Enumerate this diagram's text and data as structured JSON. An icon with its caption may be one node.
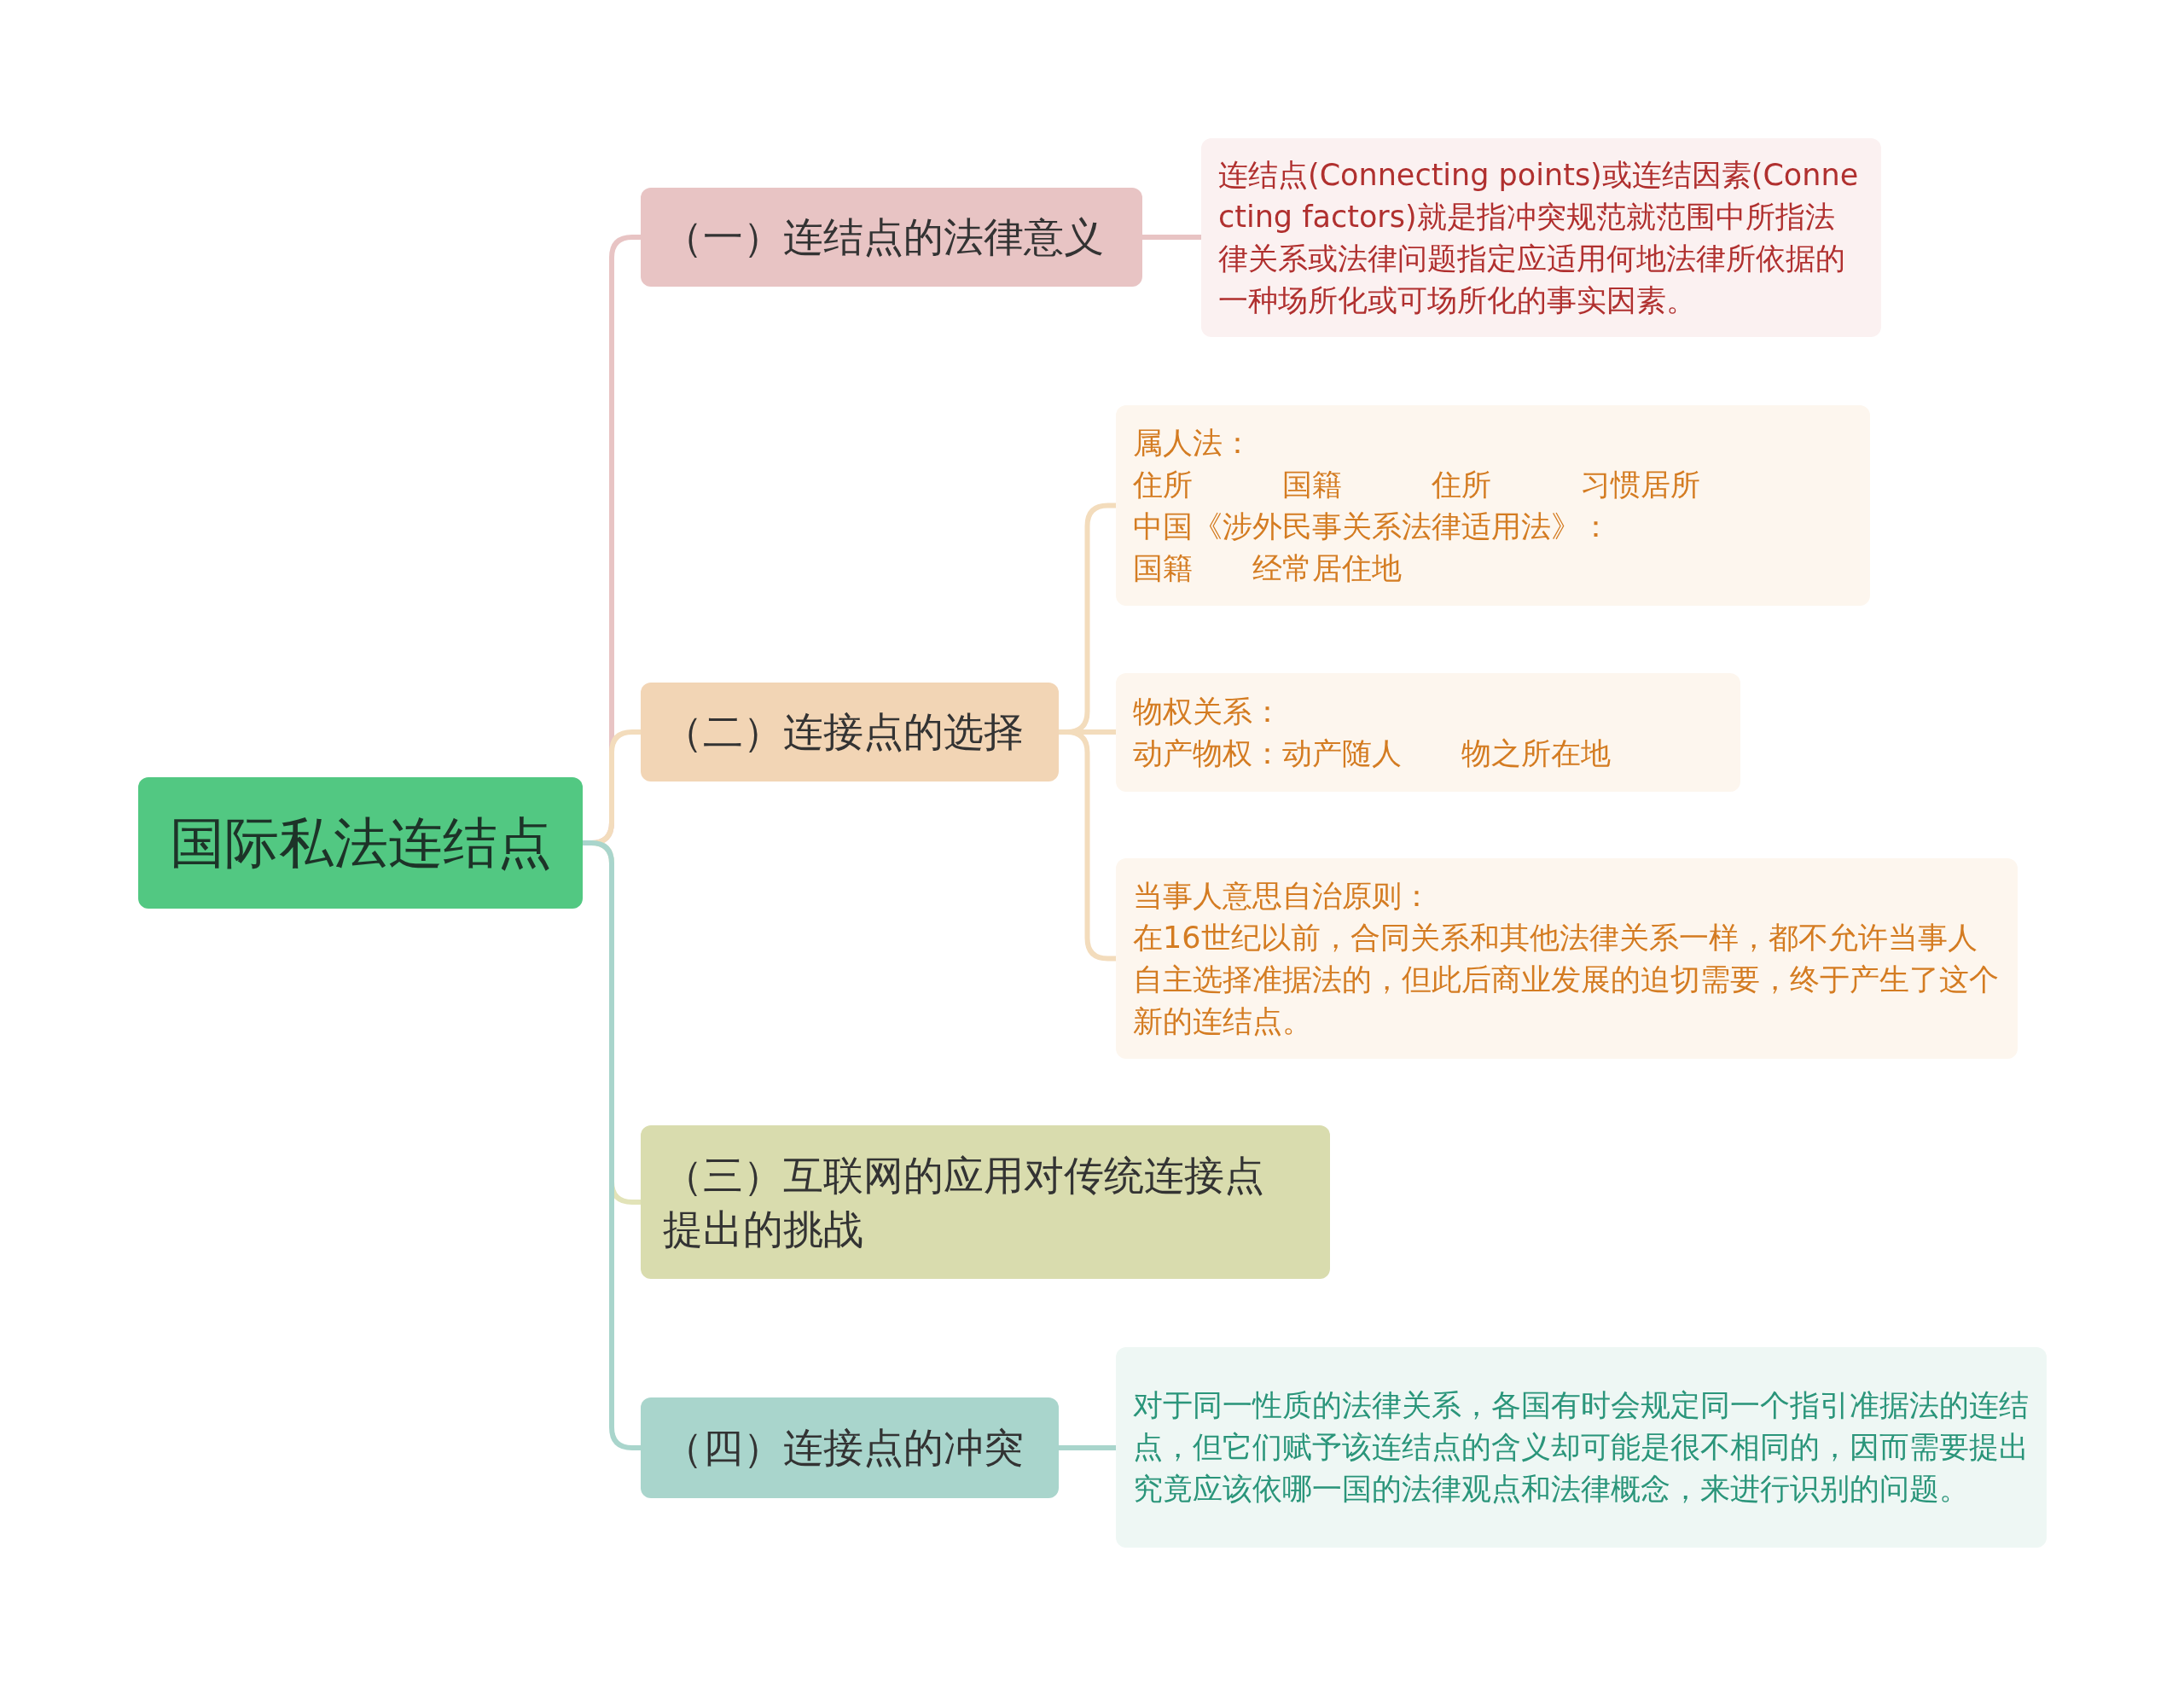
{
  "diagram": {
    "nodes": [
      {
        "text": [
          "国际私法连结点"
        ]
      },
      {
        "text": [
          "（一）连结点的法律意义"
        ]
      },
      {
        "text": [
          "连结点(Connecting points)或连结因素(Connecting factors)就是指冲突规范就范围中所指法律关系或法律问题指定应适用何地法律所依据的一种场所化或可场所化的事实因素。"
        ]
      },
      {
        "text": [
          "（二）连接点的选择"
        ]
      },
      {
        "text": [
          "属人法：",
          "住所　　　国籍　　　住所　　　习惯居所",
          "中国《涉外民事关系法律适用法》：",
          "国籍　　经常居住地"
        ]
      },
      {
        "text": [
          "物权关系：",
          "动产物权：动产随人　　物之所在地"
        ]
      },
      {
        "text": [
          "当事人意思自治原则：",
          "在16世纪以前，合同关系和其他法律关系一样，都不允许当事人自主选择准据法的，但此后商业发展的迫切需要，终于产生了这个新的连结点。"
        ]
      },
      {
        "text": [
          "（三）互联网的应用对传统连接点提出的挑战"
        ]
      },
      {
        "text": [
          "（四）连接点的冲突"
        ]
      },
      {
        "text": [
          "对于同一性质的法律关系，各国有时会规定同一个指引准据法的连结点，但它们赋予该连结点的含义却可能是很不相同的，因而需要提出究竟应该依哪一国的法律观点和法律概念，来进行识别的问题。"
        ]
      }
    ],
    "edges": [
      {
        "from": 0,
        "to": 1,
        "arrow": "none",
        "color": "#e8c4c4"
      },
      {
        "from": 0,
        "to": 3,
        "arrow": "none",
        "color": "#f3dcbc"
      },
      {
        "from": 0,
        "to": 7,
        "arrow": "none",
        "color": "#e2e3b8"
      },
      {
        "from": 0,
        "to": 8,
        "arrow": "none",
        "color": "#a9d5cc"
      },
      {
        "from": 1,
        "to": 2,
        "arrow": "none",
        "color": "#e8c4c4"
      },
      {
        "from": 3,
        "to": 4,
        "arrow": "none",
        "color": "#f3dcbc"
      },
      {
        "from": 3,
        "to": 5,
        "arrow": "none",
        "color": "#f3dcbc"
      },
      {
        "from": 3,
        "to": 6,
        "arrow": "none",
        "color": "#f3dcbc"
      },
      {
        "from": 8,
        "to": 9,
        "arrow": "none",
        "color": "#a9d5cc"
      }
    ]
  }
}
